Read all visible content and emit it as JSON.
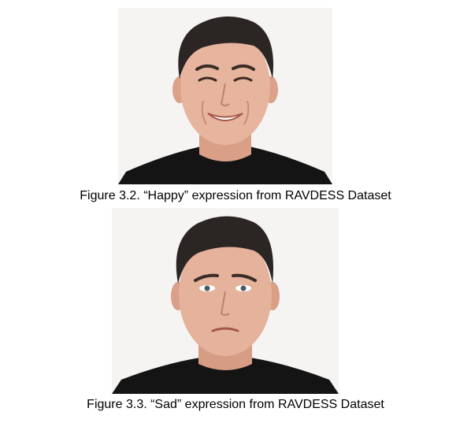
{
  "figures": [
    {
      "caption": "Figure 3.2. “Happy” expression from RAVDESS Dataset",
      "image_subject": "man-smiling-photo",
      "expression": "Happy"
    },
    {
      "caption": "Figure 3.3. “Sad” expression from RAVDESS Dataset",
      "image_subject": "man-sad-photo",
      "expression": "Sad"
    }
  ],
  "colors": {
    "background": "#ffffff",
    "photo_background": "#f6f4f3",
    "skin": "#e7b49d",
    "hair": "#2b2523",
    "shirt": "#141414",
    "caption_text": "#000000"
  }
}
